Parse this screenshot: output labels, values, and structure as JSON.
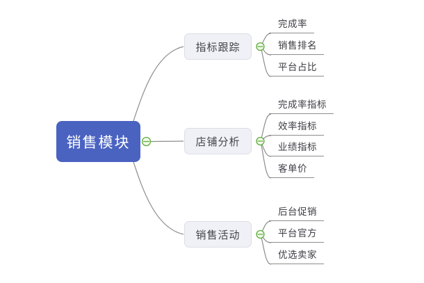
{
  "canvas": {
    "background": "#ffffff"
  },
  "root": {
    "label": "销售模块",
    "bg_color": "#4a63c1",
    "text_color": "#ffffff"
  },
  "branches": [
    {
      "label": "指标跟踪",
      "children": [
        "完成率",
        "销售排名",
        "平台占比"
      ]
    },
    {
      "label": "店铺分析",
      "children": [
        "完成率指标",
        "效率指标",
        "业绩指标",
        "客单价"
      ]
    },
    {
      "label": "销售活动",
      "children": [
        "后台促销",
        "平台官方",
        "优选卖家"
      ]
    }
  ],
  "markers": {
    "type": "collapse-toggle",
    "symbol": "minus",
    "color": "#5fad3f"
  },
  "colors": {
    "line": "#8c8c8c",
    "branch_bg": "#f0f1f6",
    "branch_border": "#dcdee6",
    "branch_text": "#45444c",
    "leaf_text": "#3e3d45"
  }
}
